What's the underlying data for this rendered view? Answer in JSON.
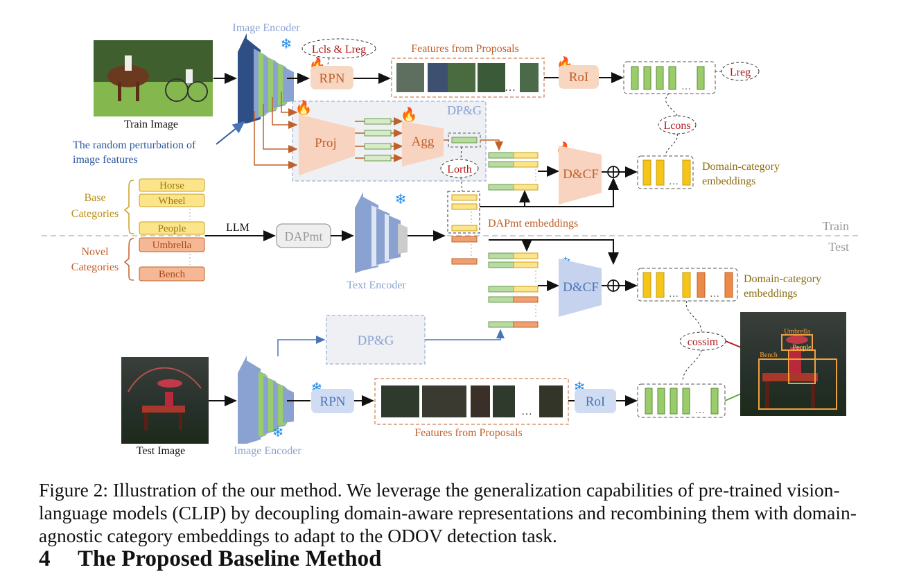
{
  "figure": {
    "image_encoder_label": "Image Encoder",
    "text_encoder_label": "Text Encoder",
    "train_image_label": "Train Image",
    "test_image_label": "Test Image",
    "perturbation_label_1": "The random perturbation of",
    "perturbation_label_2": "image features",
    "loss_cls_reg": "Lcls & Lreg",
    "loss_reg": "Lreg",
    "loss_cons": "Lcons",
    "loss_orth": "Lorth",
    "rpn_label": "RPN",
    "roi_label": "RoI",
    "features_from_proposals": "Features from Proposals",
    "dpg_label": "DP&G",
    "proj_label": "Proj",
    "agg_label": "Agg",
    "dcf_label": "D&CF",
    "domain_category_1": "Domain-category",
    "domain_category_2": "embeddings",
    "base_categories_1": "Base",
    "base_categories_2": "Categories",
    "novel_categories_1": "Novel",
    "novel_categories_2": "Categories",
    "base_items": [
      "Horse",
      "Wheel",
      "People"
    ],
    "novel_items": [
      "Umbrella",
      "Bench"
    ],
    "llm_label": "LLM",
    "dapmt_label": "DAPmt",
    "dapmt_embeddings": "DAPmt embeddings",
    "train_label": "Train",
    "test_label": "Test",
    "cossim_label": "cossim",
    "detection_labels": [
      "Umbrella",
      "People",
      "Bench"
    ],
    "ellipsis": "…",
    "colors": {
      "encoder_blue": "#7f98c8",
      "encoder_dark": "#2e4f86",
      "feature_green": "#9acd6a",
      "orange_text": "#c0602a",
      "loss_red": "#b01818",
      "category_gold": "#b98f12",
      "novel_orange": "#e8905a"
    }
  },
  "caption": "Figure 2: Illustration of the our method. We leverage the generalization capabilities of pre-trained vision-language models (CLIP) by decoupling domain-aware representations and recombining them with domain-agnostic category embeddings to adapt to the ODOV detection task.",
  "section": {
    "number": "4",
    "title": "The Proposed Baseline Method"
  }
}
